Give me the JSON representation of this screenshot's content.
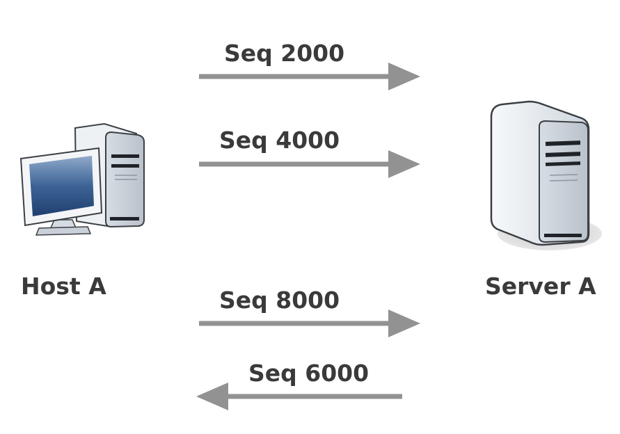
{
  "host": {
    "label": "Host A"
  },
  "server": {
    "label": "Server A"
  },
  "messages": [
    {
      "label": "Seq 2000",
      "direction": "host-to-server"
    },
    {
      "label": "Seq 4000",
      "direction": "host-to-server"
    },
    {
      "label": "Seq 8000",
      "direction": "host-to-server"
    },
    {
      "label": "Seq 6000",
      "direction": "server-to-host"
    }
  ],
  "colors": {
    "arrow": "#929292",
    "text": "#3a3a3a",
    "case_body": "#e9edf2",
    "screen": "#2f5a8e",
    "slot": "#1f2328"
  }
}
